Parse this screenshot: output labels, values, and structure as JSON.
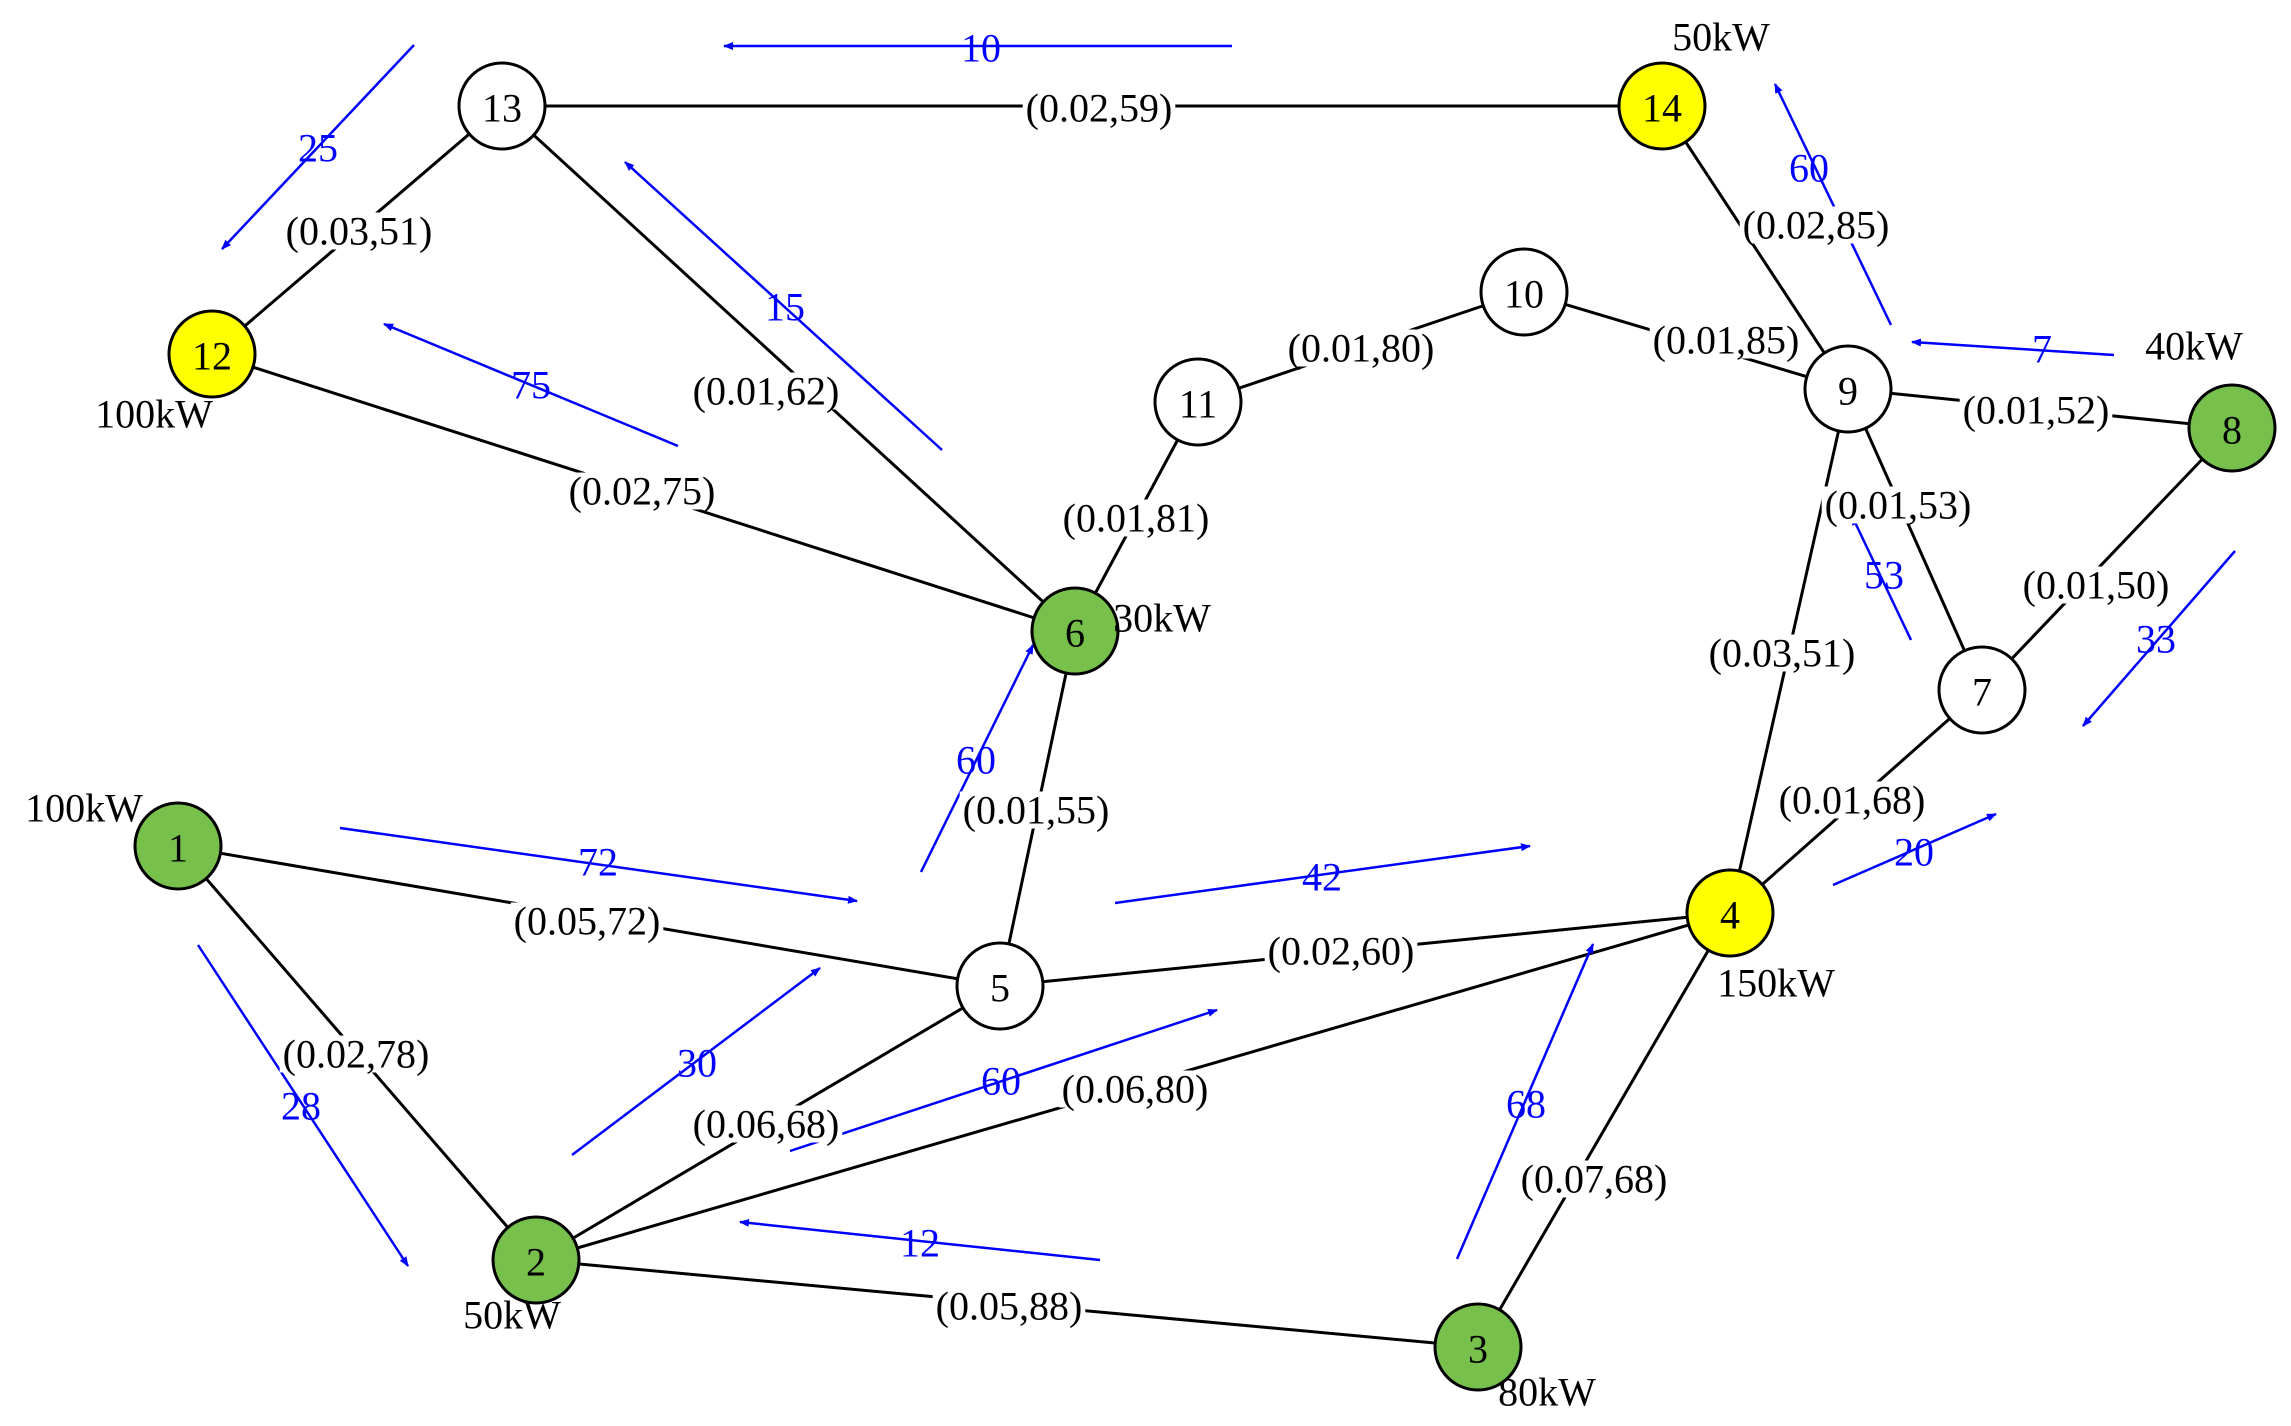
{
  "colors": {
    "line": "#000000",
    "flow": "#0000ff",
    "generator": "#77c04b",
    "load": "#ffff00",
    "bus": "#ffffff"
  },
  "nodes": [
    {
      "id": "1",
      "type": "generator",
      "power": "100kW"
    },
    {
      "id": "2",
      "type": "generator",
      "power": "50kW"
    },
    {
      "id": "3",
      "type": "generator",
      "power": "80kW"
    },
    {
      "id": "4",
      "type": "load",
      "power": "150kW"
    },
    {
      "id": "5",
      "type": "bus",
      "power": ""
    },
    {
      "id": "6",
      "type": "generator",
      "power": "30kW"
    },
    {
      "id": "7",
      "type": "bus",
      "power": ""
    },
    {
      "id": "8",
      "type": "generator",
      "power": "40kW"
    },
    {
      "id": "9",
      "type": "bus",
      "power": ""
    },
    {
      "id": "10",
      "type": "bus",
      "power": ""
    },
    {
      "id": "11",
      "type": "bus",
      "power": ""
    },
    {
      "id": "12",
      "type": "load",
      "power": "100kW"
    },
    {
      "id": "13",
      "type": "bus",
      "power": ""
    },
    {
      "id": "14",
      "type": "load",
      "power": "50kW"
    }
  ],
  "edges": [
    {
      "from": "13",
      "to": "14",
      "label": "(0.02,59)"
    },
    {
      "from": "13",
      "to": "12",
      "label": "(0.03,51)"
    },
    {
      "from": "13",
      "to": "6",
      "label": "(0.01,62)"
    },
    {
      "from": "12",
      "to": "6",
      "label": "(0.02,75)"
    },
    {
      "from": "14",
      "to": "9",
      "label": "(0.02,85)"
    },
    {
      "from": "11",
      "to": "10",
      "label": "(0.01,80)"
    },
    {
      "from": "10",
      "to": "9",
      "label": "(0.01,85)"
    },
    {
      "from": "9",
      "to": "8",
      "label": "(0.01,52)"
    },
    {
      "from": "9",
      "to": "7",
      "label": "(0.01,53)"
    },
    {
      "from": "9",
      "to": "4",
      "label": "(0.03,51)"
    },
    {
      "from": "6",
      "to": "11",
      "label": "(0.01,81)"
    },
    {
      "from": "8",
      "to": "7",
      "label": "(0.01,50)"
    },
    {
      "from": "7",
      "to": "4",
      "label": "(0.01,68)"
    },
    {
      "from": "5",
      "to": "6",
      "label": "(0.01,55)"
    },
    {
      "from": "1",
      "to": "5",
      "label": "(0.05,72)"
    },
    {
      "from": "5",
      "to": "4",
      "label": "(0.02,60)"
    },
    {
      "from": "1",
      "to": "2",
      "label": "(0.02,78)"
    },
    {
      "from": "2",
      "to": "5",
      "label": "(0.06,68)"
    },
    {
      "from": "2",
      "to": "4",
      "label": "(0.06,80)"
    },
    {
      "from": "4",
      "to": "3",
      "label": "(0.07,68)"
    },
    {
      "from": "2",
      "to": "3",
      "label": "(0.05,88)"
    }
  ],
  "flows": [
    {
      "from": "14",
      "to": "13",
      "value": "10"
    },
    {
      "from": "13",
      "to": "12",
      "value": "25"
    },
    {
      "from": "6",
      "to": "13",
      "value": "15"
    },
    {
      "from": "6",
      "to": "12",
      "value": "75"
    },
    {
      "from": "9",
      "to": "14",
      "value": "60"
    },
    {
      "from": "8",
      "to": "9",
      "value": "7"
    },
    {
      "from": "7",
      "to": "9",
      "value": "53"
    },
    {
      "from": "8",
      "to": "7",
      "value": "33"
    },
    {
      "from": "4",
      "to": "7",
      "value": "20"
    },
    {
      "from": "5",
      "to": "6",
      "value": "60"
    },
    {
      "from": "1",
      "to": "5",
      "value": "72"
    },
    {
      "from": "5",
      "to": "4",
      "value": "42"
    },
    {
      "from": "1",
      "to": "2",
      "value": "28"
    },
    {
      "from": "2",
      "to": "5",
      "value": "30"
    },
    {
      "from": "2",
      "to": "4",
      "value": "60"
    },
    {
      "from": "3",
      "to": "2",
      "value": "12"
    },
    {
      "from": "3",
      "to": "4",
      "value": "68"
    }
  ]
}
